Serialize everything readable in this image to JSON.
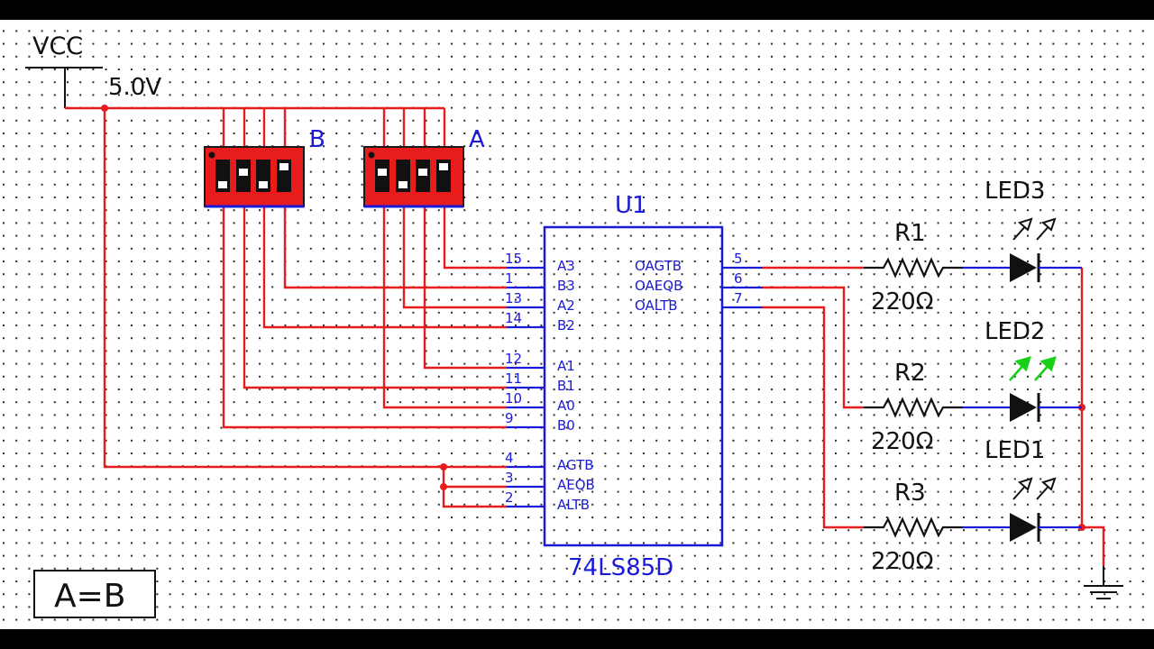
{
  "colors": {
    "wire": "#e81c1c",
    "bus": "#1a1ad8",
    "text": "#1a1ad8",
    "led_on": "#18d018",
    "switch_body": "#e81c1c",
    "background": "#ffffff",
    "grid_dot": "#2a2a2a"
  },
  "power": {
    "label": "VCC",
    "voltage": "5.0V"
  },
  "switches": [
    {
      "label": "B"
    },
    {
      "label": "A"
    }
  ],
  "chip": {
    "ref": "U1",
    "part": "74LS85D",
    "left_pins": [
      {
        "num": "15",
        "name": "A3"
      },
      {
        "num": "1",
        "name": "B3"
      },
      {
        "num": "13",
        "name": "A2"
      },
      {
        "num": "14",
        "name": "B2"
      },
      {
        "num": "12",
        "name": "A1"
      },
      {
        "num": "11",
        "name": "B1"
      },
      {
        "num": "10",
        "name": "A0"
      },
      {
        "num": "9",
        "name": "B0"
      },
      {
        "num": "4",
        "name": "AGTB"
      },
      {
        "num": "3",
        "name": "AEQB"
      },
      {
        "num": "2",
        "name": "ALTB"
      }
    ],
    "right_pins": [
      {
        "num": "5",
        "name": "OAGTB"
      },
      {
        "num": "6",
        "name": "OAEQB"
      },
      {
        "num": "7",
        "name": "OALTB"
      }
    ]
  },
  "resistors": [
    {
      "ref": "R1",
      "value": "220Ω"
    },
    {
      "ref": "R2",
      "value": "220Ω"
    },
    {
      "ref": "R3",
      "value": "220Ω"
    }
  ],
  "leds": [
    {
      "ref": "LED3",
      "lit": false
    },
    {
      "ref": "LED2",
      "lit": true
    },
    {
      "ref": "LED1",
      "lit": false
    }
  ],
  "result_label": "A=B"
}
